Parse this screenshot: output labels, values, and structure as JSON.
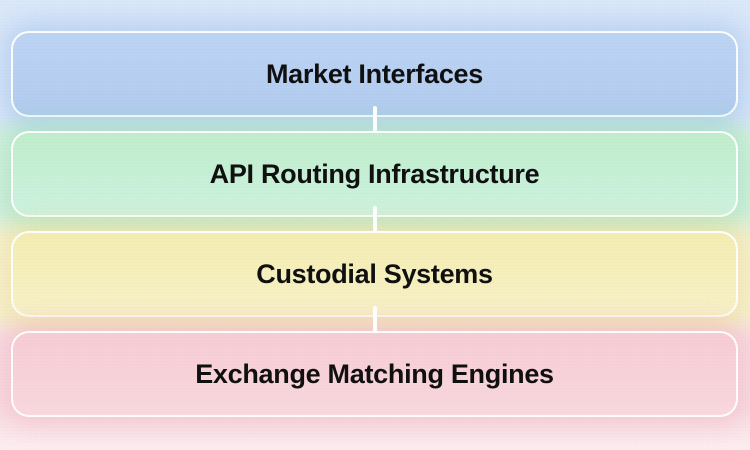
{
  "diagram": {
    "layers": [
      {
        "label": "Market Interfaces",
        "fill_top": "#bdd4f4",
        "fill_bottom": "#b2ccf0",
        "band": "#dbe9fa",
        "glow": "rgba(141,177,231,0.45)"
      },
      {
        "label": "API Routing Infrastructure",
        "fill_top": "#c0eecb",
        "fill_bottom": "#cdf3e1",
        "band": "#d8f2e2",
        "glow": "rgba(142,219,176,0.50)"
      },
      {
        "label": "Custodial Systems",
        "fill_top": "#f4edb2",
        "fill_bottom": "#f8f2c8",
        "band": "#f8f2d3",
        "glow": "rgba(233,219,142,0.50)"
      },
      {
        "label": "Exchange Matching Engines",
        "fill_top": "#f7ccd5",
        "fill_bottom": "#f9d8de",
        "band": "#f9dfe5",
        "glow": "rgba(240,166,181,0.45)"
      }
    ],
    "connector_color": "#ffffff",
    "border_color": "rgba(255,255,255,0.95)",
    "text_color": "#101010",
    "background_fade": "#fdeff2"
  }
}
